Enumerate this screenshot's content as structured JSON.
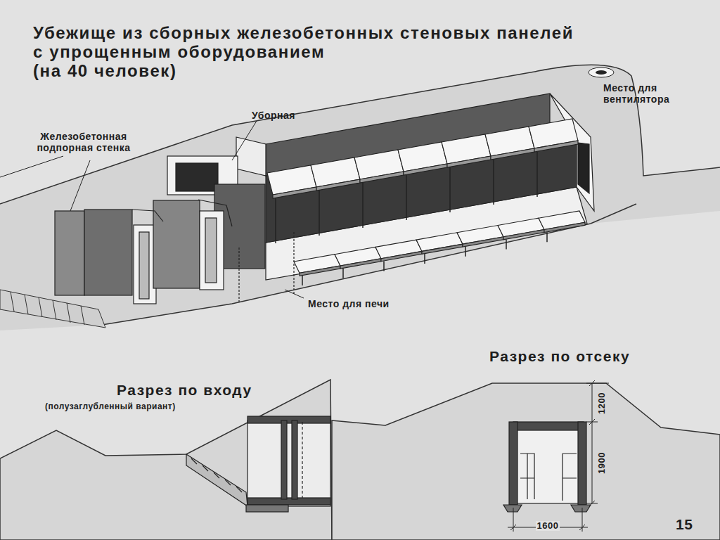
{
  "diagram": {
    "title": "Убежище из сборных железобетонных стеновых панелей с упрощенным оборудованием (на 40 человек)",
    "labels": [
      "Уборная",
      "Место для вентилятора",
      "Железобетонная подпорная стенка",
      "Место для печи",
      "Разрез по входу",
      "(полузаглубленный вариант)",
      "Разрез по отсеку",
      "1200",
      "1900",
      "1600",
      "15"
    ]
  }
}
